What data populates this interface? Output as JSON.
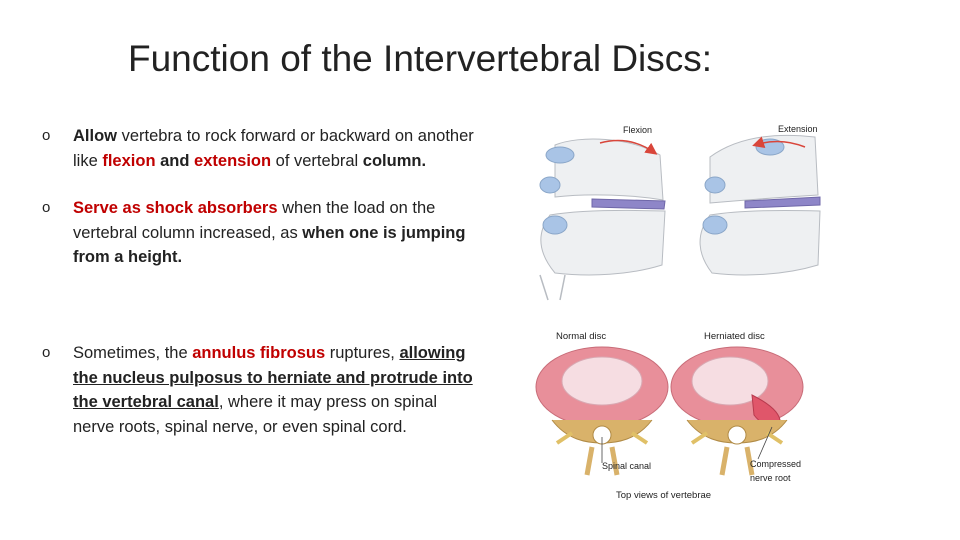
{
  "slide": {
    "title": "Function of the Intervertebral Discs:"
  },
  "bullets": {
    "marker": "o",
    "b1": {
      "allow": "Allow",
      "t1": " vertebra to rock forward or backward on another like ",
      "flexion": "flexion",
      "and": " and ",
      "extension": "extension",
      "t2": " of vertebral ",
      "column": "column."
    },
    "b2": {
      "serve": "Serve as shock absorbers",
      "t1": " when the load on the vertebral column increased, as ",
      "jump": "when one is jumping from a height."
    },
    "b3": {
      "t1": "Sometimes, the ",
      "annulus": "annulus fibrosus",
      "t2": " ruptures, ",
      "underlined": "allowing the nucleus pulposus to herniate and protrude into the vertebral canal",
      "t3": ", where it may press on spinal nerve roots, spinal nerve, or even spinal cord."
    }
  },
  "figure_top": {
    "flexion_label": "Flexion",
    "extension_label": "Extension"
  },
  "figure_bottom": {
    "normal_label": "Normal disc",
    "herniated_label": "Herniated disc",
    "canal_label": "Spinal canal",
    "compressed_label_1": "Compressed",
    "compressed_label_2": "nerve root",
    "caption": "Top views of vertebrae"
  },
  "colors": {
    "emphasis_red": "#c00000",
    "disc_purple": "#8e86c8",
    "bone": "#eef0f2",
    "cartilage_blue": "#a9c4e6",
    "disc_pink": "#e88f9a",
    "nerve_yellow": "#e0c067",
    "arrow_red": "#d9463b"
  }
}
